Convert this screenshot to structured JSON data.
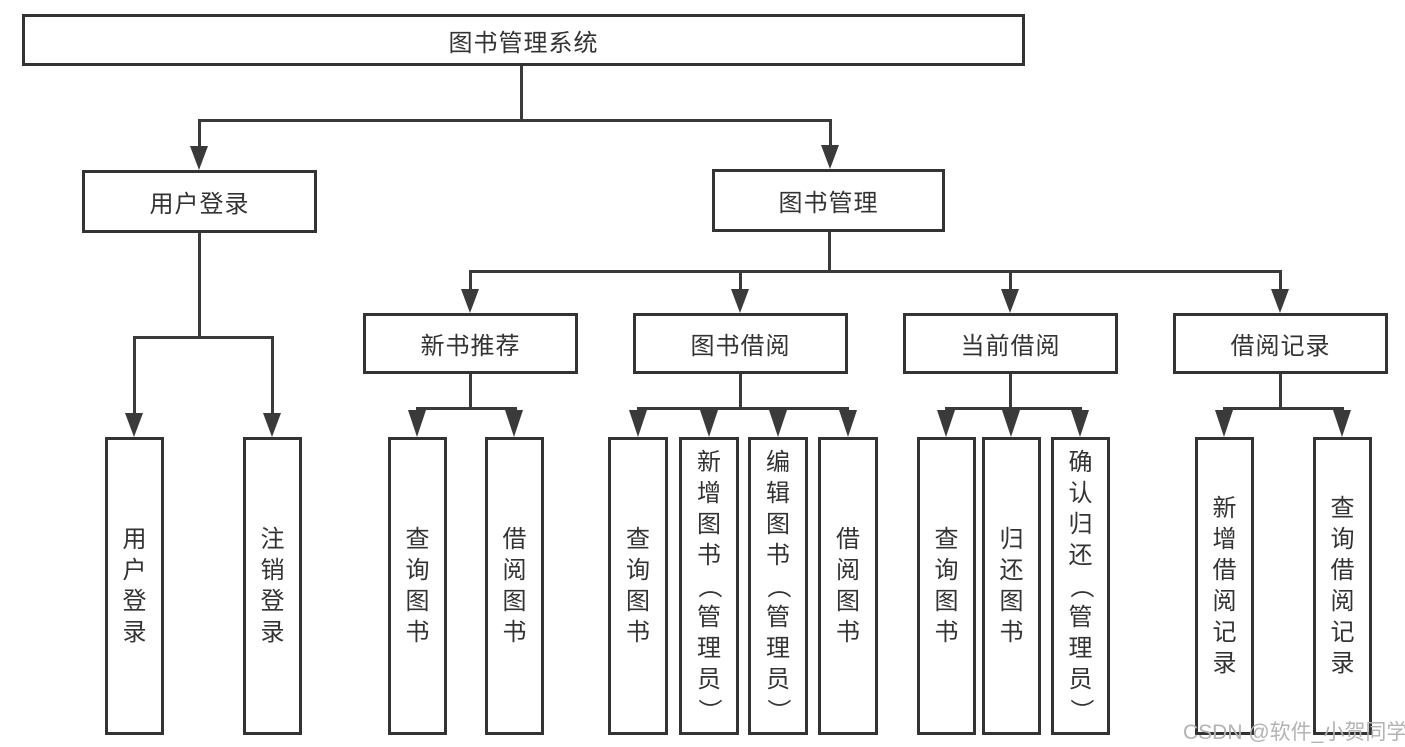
{
  "diagram": {
    "root": "图书管理系统",
    "user_login_branch": {
      "label": "用户登录",
      "children": [
        "用户登录",
        "注销登录"
      ]
    },
    "book_mgmt_branch": {
      "label": "图书管理",
      "groups": [
        {
          "label": "新书推荐",
          "children": [
            "查询图书",
            "借阅图书"
          ]
        },
        {
          "label": "图书借阅",
          "children": [
            "查询图书",
            "新增图书（管理员）",
            "编辑图书（管理员）",
            "借阅图书"
          ]
        },
        {
          "label": "当前借阅",
          "children": [
            "查询图书",
            "归还图书",
            "确认归还（管理员）"
          ]
        },
        {
          "label": "借阅记录",
          "children": [
            "新增借阅记录",
            "查询借阅记录"
          ]
        }
      ]
    }
  },
  "watermark": "CSDN @软件_小贺同学",
  "colors": {
    "line": "#3a3a3a",
    "text": "#333333",
    "watermark": "#b3b3b3",
    "background": "#ffffff"
  }
}
